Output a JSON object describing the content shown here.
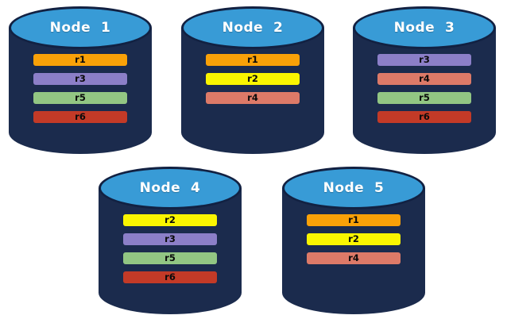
{
  "diagram": {
    "description": "Five database node cylinders holding replica partitions",
    "background_color": "#FFFFFF",
    "cylinder_body_color": "#1B2B4D",
    "cylinder_top_color": "#389BD6",
    "cylinder_border_color": "#122142",
    "title_text_color": "#FFFFFF",
    "bar_text_color": "#0A0A0A"
  },
  "replica_colors": {
    "r1": "#F9A108",
    "r2": "#FAF500",
    "r3": "#8C7FC8",
    "r4": "#DD7A68",
    "r5": "#92C683",
    "r6": "#C33A27"
  },
  "nodes": [
    {
      "label": "Node  1",
      "replicas": [
        "r1",
        "r3",
        "r5",
        "r6"
      ]
    },
    {
      "label": "Node  2",
      "replicas": [
        "r1",
        "r2",
        "r4"
      ]
    },
    {
      "label": "Node  3",
      "replicas": [
        "r3",
        "r4",
        "r5",
        "r6"
      ]
    },
    {
      "label": "Node  4",
      "replicas": [
        "r2",
        "r3",
        "r5",
        "r6"
      ]
    },
    {
      "label": "Node  5",
      "replicas": [
        "r1",
        "r2",
        "r4"
      ]
    }
  ]
}
